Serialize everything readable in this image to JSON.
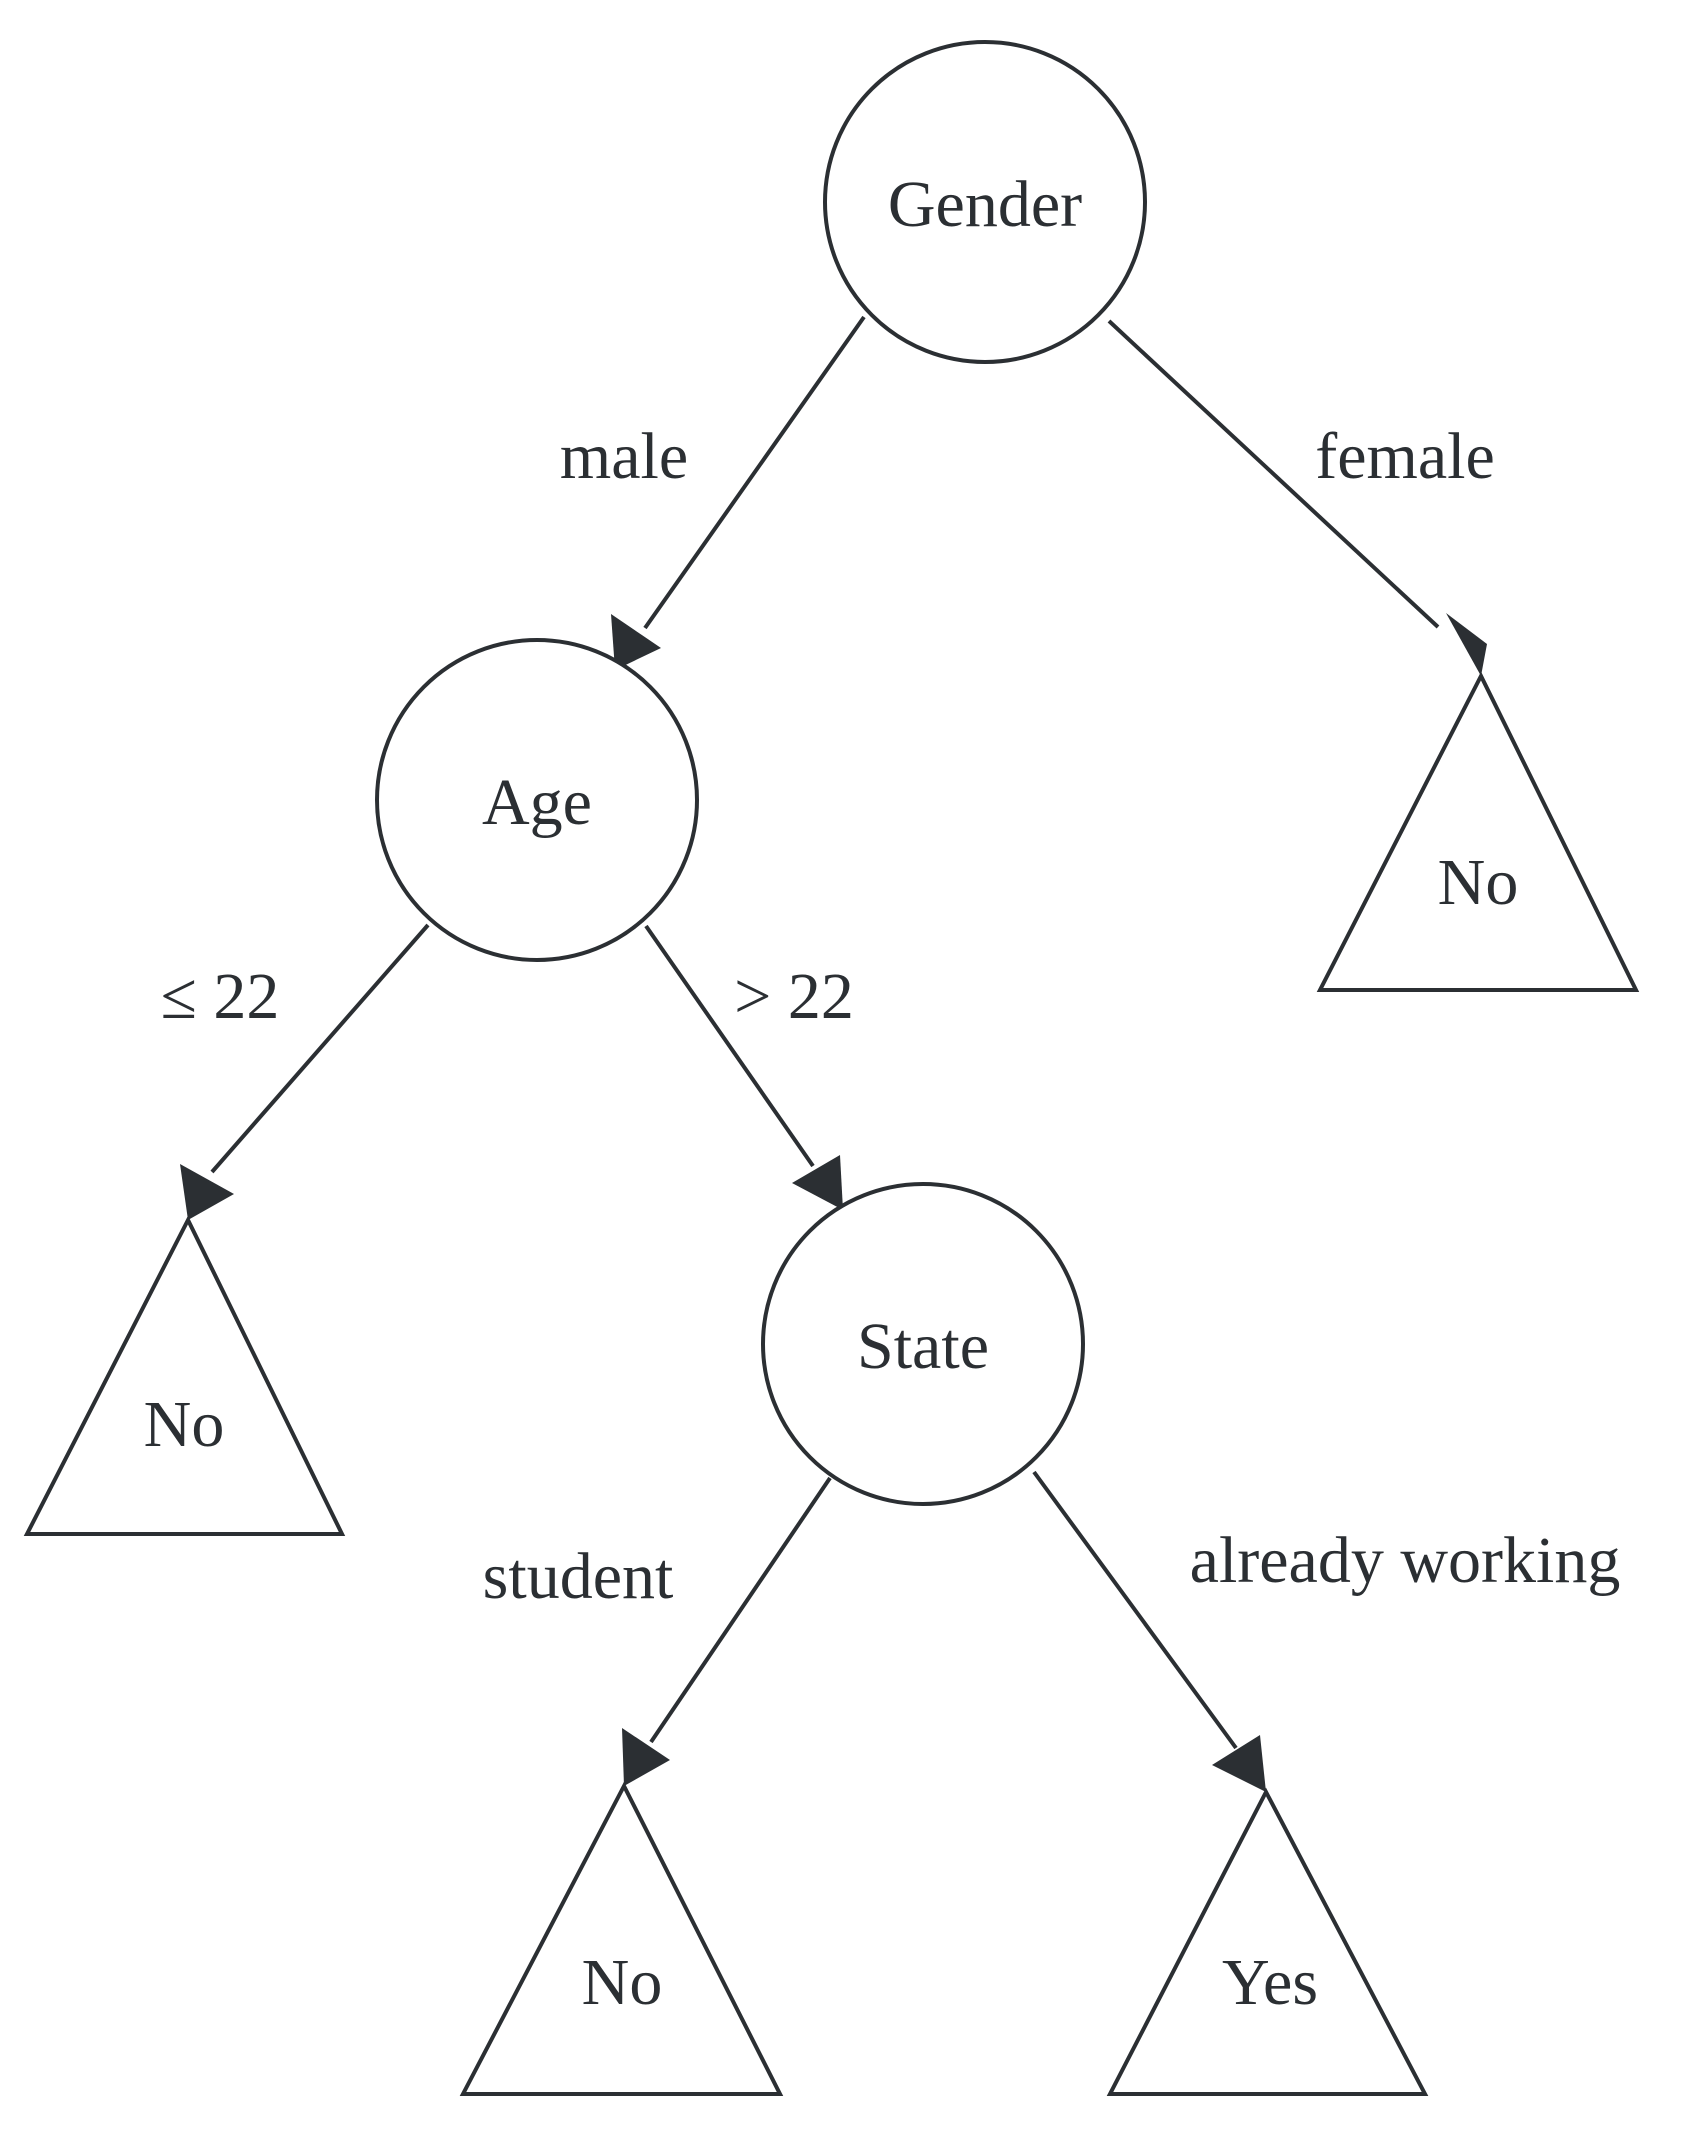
{
  "nodes": {
    "gender": {
      "label": "Gender",
      "shape": "circle"
    },
    "age": {
      "label": "Age",
      "shape": "circle"
    },
    "state": {
      "label": "State",
      "shape": "circle"
    },
    "leaf_female": {
      "label": "No",
      "shape": "triangle"
    },
    "leaf_age_le22": {
      "label": "No",
      "shape": "triangle"
    },
    "leaf_student": {
      "label": "No",
      "shape": "triangle"
    },
    "leaf_working": {
      "label": "Yes",
      "shape": "triangle"
    }
  },
  "edges": {
    "gender_male": {
      "label": "male",
      "from": "Gender",
      "to": "Age"
    },
    "gender_female": {
      "label": "female",
      "from": "Gender",
      "to": "No"
    },
    "age_le22": {
      "label": "≤ 22",
      "from": "Age",
      "to": "No"
    },
    "age_gt22": {
      "label": "> 22",
      "from": "Age",
      "to": "State"
    },
    "state_student": {
      "label": "student",
      "from": "State",
      "to": "No"
    },
    "state_working": {
      "label": "already working",
      "from": "State",
      "to": "Yes"
    }
  },
  "colors": {
    "stroke": "#2b2f33",
    "text": "#2b2f33",
    "background": "#ffffff"
  }
}
